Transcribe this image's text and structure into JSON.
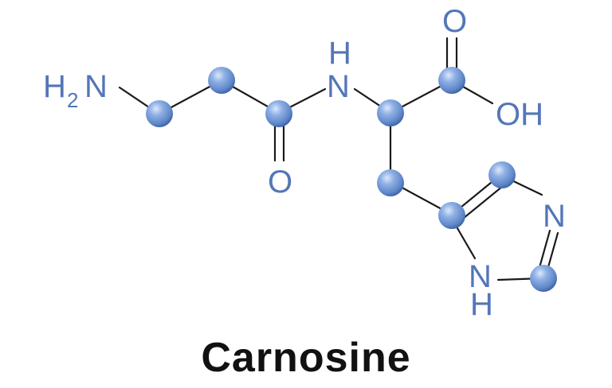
{
  "molecule": {
    "name": "Carnosine",
    "labels": {
      "amine_h": "H",
      "amine_sub": "2",
      "amine_n": "N",
      "amide_h": "H",
      "amide_n": "N",
      "amide_o": "O",
      "acid_o": "O",
      "acid_oh": "OH",
      "ring_n": "N",
      "ring_nh_n": "N",
      "ring_nh_h": "H"
    }
  },
  "colors": {
    "atom": "#5e86c8",
    "label": "#5476b8",
    "bond": "#1a1a1a"
  }
}
